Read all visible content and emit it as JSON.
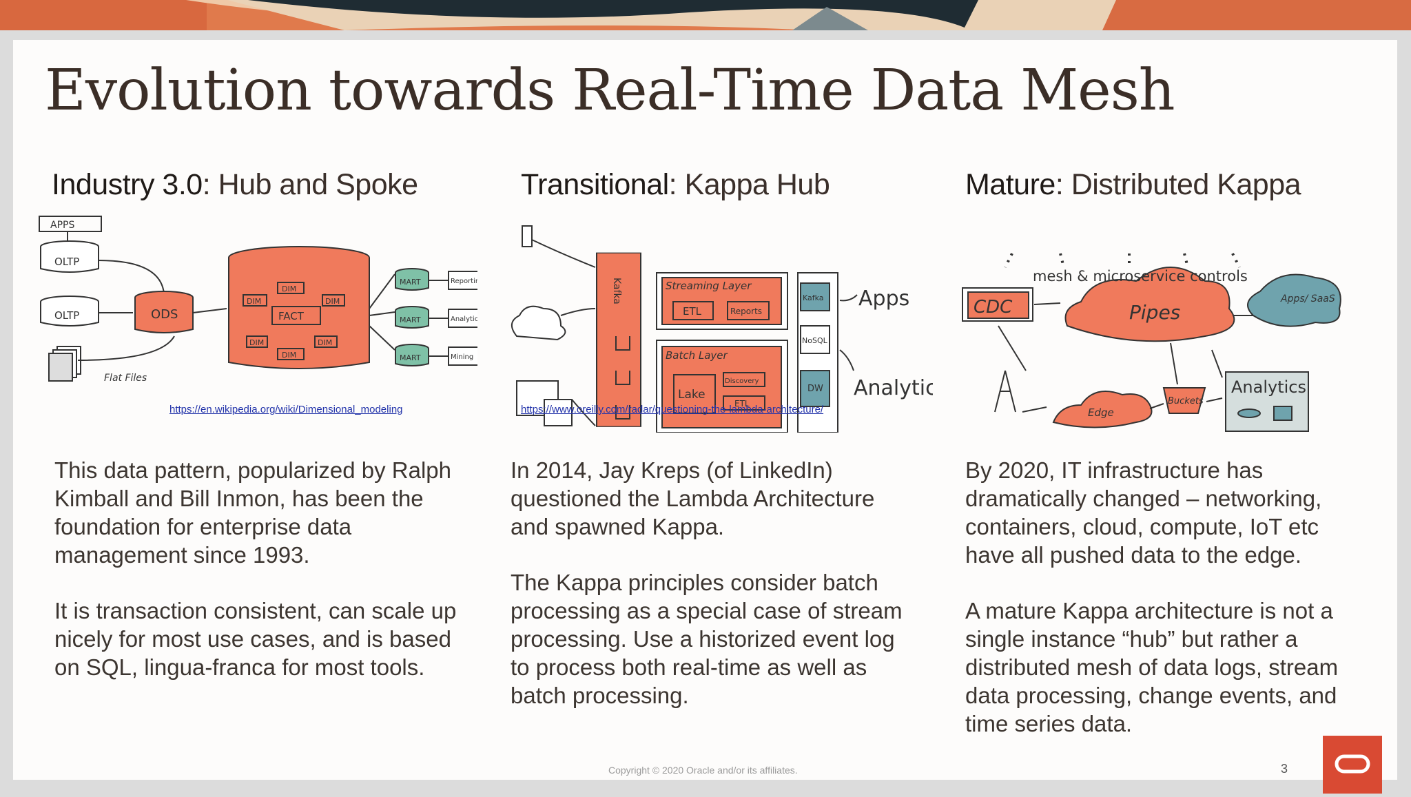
{
  "title": "Evolution towards Real-Time Data Mesh",
  "colors": {
    "accent": "#d94a33",
    "sketch_fill": "#f07a5c",
    "teal": "#6fa3ad",
    "title": "#3b2e27"
  },
  "columns": [
    {
      "heading_bold": "Industry 3.0",
      "heading_rest": ": Hub and Spoke",
      "link": "https://en.wikipedia.org/wiki/Dimensional_modeling",
      "sketch": {
        "apps": "APPS",
        "oltp1": "OLTP",
        "oltp2": "OLTP",
        "ods": "ODS",
        "flat_files": "Flat Files",
        "fact": "FACT",
        "dim": "DIM",
        "marts": [
          "MART",
          "MART",
          "MART"
        ],
        "outputs": [
          "Reporting",
          "Analytics",
          "Mining"
        ]
      },
      "paragraphs": [
        [
          "This data pattern, popularized by Ralph",
          "Kimball and Bill Inmon, has been the",
          "foundation for enterprise data",
          "management since 1993."
        ],
        [
          "It is transaction consistent, can scale up",
          "nicely for most use cases, and is based",
          "on SQL, lingua-franca for most tools."
        ]
      ]
    },
    {
      "heading_bold": "Transitional",
      "heading_rest": ": Kappa Hub",
      "link": "https://www.oreilly.com/radar/questioning-the-lambda-architecture/",
      "sketch": {
        "kafka": "Kafka",
        "streaming": "Streaming Layer",
        "etl": "ETL",
        "reports": "Reports",
        "batch": "Batch Layer",
        "lake": "Lake",
        "discovery": "Discovery",
        "etl2": "ETL",
        "kafka_small": "Kafka",
        "nosql": "NoSQL",
        "dw": "DW",
        "apps": "Apps",
        "analytics": "Analytics"
      },
      "paragraphs": [
        [
          "In 2014, Jay Kreps (of LinkedIn)",
          "questioned the Lambda Architecture",
          "and spawned Kappa."
        ],
        [
          "The Kappa principles consider batch",
          "processing as a special case of stream",
          "processing.  Use a historized event log",
          "to process both real-time as well as",
          "batch processing."
        ]
      ]
    },
    {
      "heading_bold": "Mature",
      "heading_rest": ": Distributed Kappa",
      "sketch": {
        "top": "mesh & microservice controls",
        "cdc": "CDC",
        "pipes": "Pipes",
        "apps": "Apps/ SaaS",
        "edge": "Edge",
        "buckets": "Buckets",
        "analytics": "Analytics"
      },
      "paragraphs": [
        [
          "By 2020, IT infrastructure has",
          "dramatically changed – networking,",
          "containers, cloud, compute, IoT etc",
          "have all pushed data to the edge."
        ],
        [
          "A mature Kappa architecture is not a",
          "single instance “hub” but rather a",
          "distributed mesh of data logs, stream",
          "data processing, change events, and",
          "time series data."
        ]
      ]
    }
  ],
  "footer": {
    "copyright": "Copyright © 2020 Oracle and/or its affiliates.",
    "page": "3"
  }
}
